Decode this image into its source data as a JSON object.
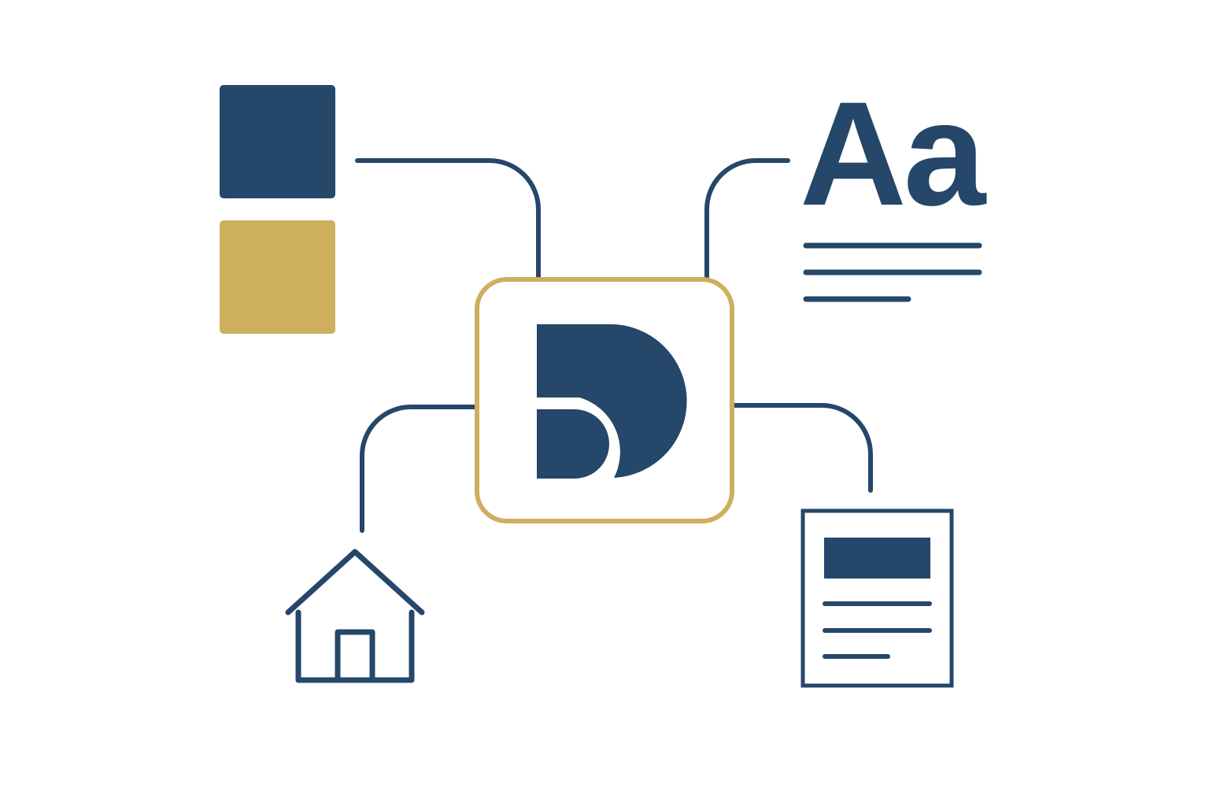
{
  "diagram": {
    "palette": {
      "navy": "#24476A",
      "gold": "#CDAF5E",
      "background": "#FFFFFF"
    },
    "center": {
      "icon": "brand-logo-mark",
      "frame_color": "gold"
    },
    "nodes": [
      {
        "id": "color-palette",
        "icon": "color-swatches-icon",
        "swatches": [
          "#24476A",
          "#CDAF5E"
        ]
      },
      {
        "id": "typography",
        "icon": "typography-icon",
        "sample_text": "Aa"
      },
      {
        "id": "home",
        "icon": "house-icon"
      },
      {
        "id": "document",
        "icon": "document-icon"
      }
    ]
  }
}
